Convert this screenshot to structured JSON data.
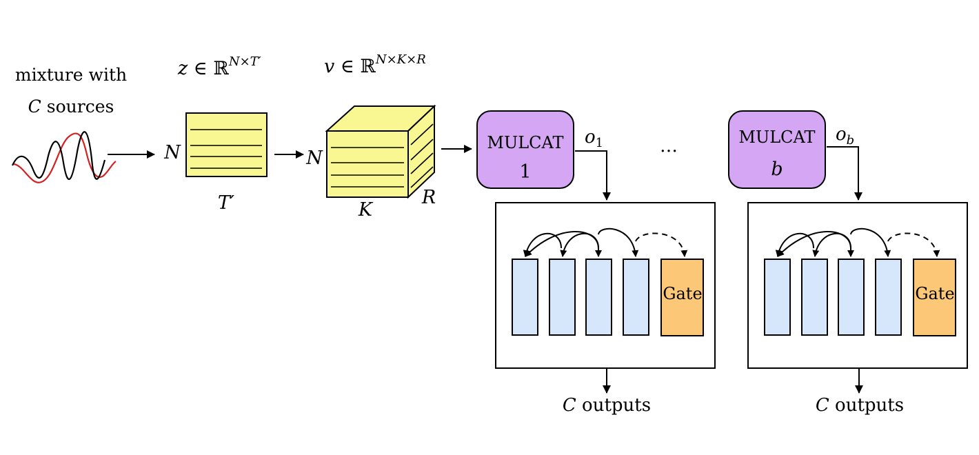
{
  "input": {
    "label_line1": "mixture with",
    "label_line2_var": "C",
    "label_line2_rest": " sources",
    "wave_colors": {
      "primary": "#000000",
      "secondary": "#d42020"
    }
  },
  "encoded": {
    "formula_var": "z ∈ ",
    "formula_set": "ℝ",
    "formula_sup": "N×T′",
    "rows_label": "N",
    "cols_label": "T′"
  },
  "chunked": {
    "formula_var": "v ∈ ",
    "formula_set": "ℝ",
    "formula_sup": "N×K×R",
    "rows_label": "N",
    "width_label": "K",
    "depth_label": "R"
  },
  "blocks": [
    {
      "name_line1": "MULCAT",
      "name_line2": "1",
      "output_base": "o",
      "output_sub": "1",
      "gate_label": "Gate",
      "outputs_var": "C",
      "outputs_rest": " outputs"
    },
    {
      "name_line1": "MULCAT",
      "name_line2": "b",
      "output_base": "o",
      "output_sub": "b",
      "gate_label": "Gate",
      "outputs_var": "C",
      "outputs_rest": " outputs"
    }
  ],
  "ellipsis": "…",
  "colors": {
    "yellow": "#f8f791",
    "purple": "#d5a6f3",
    "light_blue": "#d6e6fb",
    "orange": "#fcc877",
    "stroke": "#000000"
  }
}
